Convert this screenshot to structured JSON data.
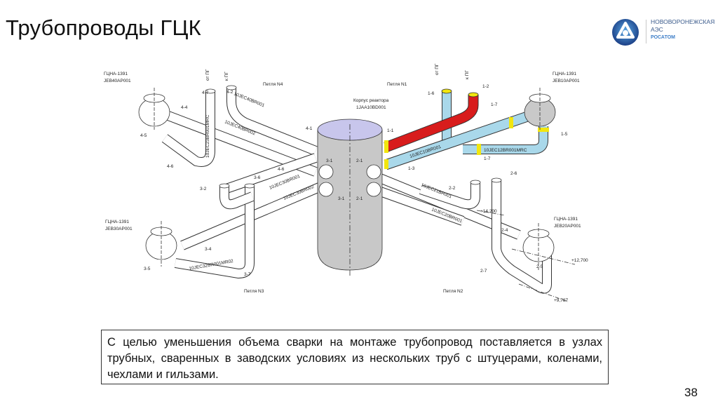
{
  "header": {
    "title": "Трубопроводы ГЦК",
    "logo": {
      "icon": "rosatom-logo-icon",
      "line1": "НОВОВОРОНЕЖСКАЯ",
      "line2": "АЭС",
      "brand": "РОСАТОМ"
    }
  },
  "diagram": {
    "reactor": {
      "label1": "Корпус реактора",
      "label2": "1JAA10BD001",
      "color_top": "#c8c6ec",
      "color_body": "#c8c8c8"
    },
    "loops": {
      "loop1": "Петля N1",
      "loop2": "Петля N2",
      "loop3": "Петля N3",
      "loop4": "Петля N4"
    },
    "pumps": {
      "p1": {
        "name": "ГЦНА-1391",
        "code": "JEB10AP001"
      },
      "p2": {
        "name": "ГЦНА-1391",
        "code": "JEB20AP001"
      },
      "p3": {
        "name": "ГЦНА-1391",
        "code": "JEB30AP001"
      },
      "p4": {
        "name": "ГЦНА-1391",
        "code": "JEB40AP001"
      }
    },
    "pipe_codes": {
      "a": "10JEC40BR001",
      "b": "10JEC40BR002",
      "c": "10JEC23BR001MRC",
      "d": "10JEC30BR001",
      "e": "10JEC30BR002",
      "f": "10JEC32BR001MR02",
      "g": "10JEC21BR001",
      "h": "10JEC20BR001",
      "i": "10JEC10BR001",
      "j": "10JEC12BR001MRC"
    },
    "node_labels": [
      "1-1",
      "1-2",
      "1-3",
      "1-5",
      "1-6",
      "1-7",
      "2-1",
      "2-2",
      "2-4",
      "2-5",
      "2-6",
      "2-7",
      "3-1",
      "3-2",
      "3-4",
      "3-5",
      "3-6",
      "3-7",
      "4-1",
      "4-2",
      "4-4",
      "4-5",
      "4-6",
      "4-7"
    ],
    "flow_labels": {
      "hot": "от ПГ",
      "cold": "к ПГ"
    },
    "elevations": {
      "e1": "+14,200",
      "e2": "+12,700",
      "e3": "+9,787"
    },
    "colors": {
      "hot_pipe": "#d81c1c",
      "cold_pipe": "#a9d8ea",
      "weld": "#f2e60f",
      "pump_highlight": "#c9c9c9"
    }
  },
  "caption": "С целью уменьшения объема сварки на монтаже трубопровод поставляется в узлах трубных, сваренных в заводских условиях из нескольких труб с штуцерами, коленами, чехлами и гильзами.",
  "page_number": "38"
}
